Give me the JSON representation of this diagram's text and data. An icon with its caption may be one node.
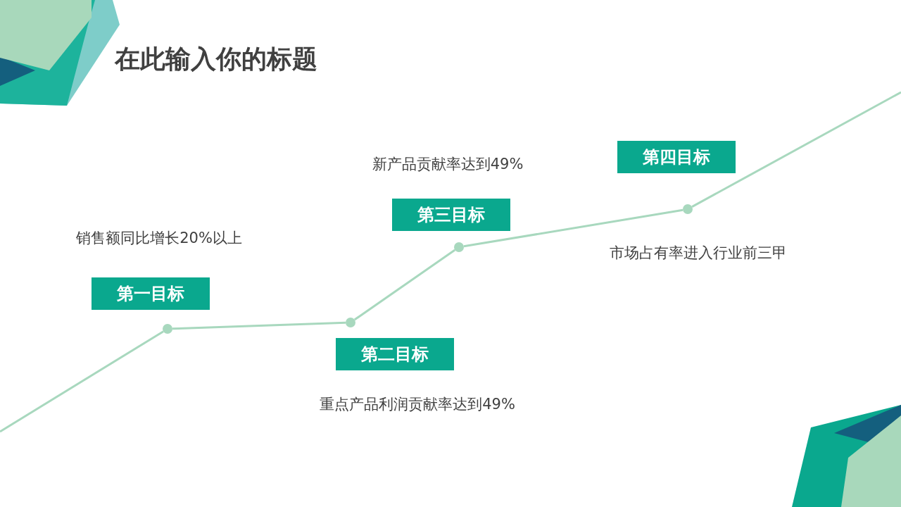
{
  "diagram": {
    "title": "在此输入你的标题",
    "nodes": [
      {
        "text": [
          "第一目标"
        ],
        "beside": [
          "销售额同比增长20%以上"
        ]
      },
      {
        "text": [
          "第二目标"
        ],
        "beside": [
          "重点产品利润贡献率达到49%"
        ]
      },
      {
        "text": [
          "第三目标"
        ],
        "beside": [
          "新产品贡献率达到49%"
        ]
      },
      {
        "text": [
          "第四目标"
        ]
      },
      {
        "text": [],
        "shape": "circle"
      },
      {
        "text": [],
        "shape": "circle"
      },
      {
        "text": [],
        "shape": "circle"
      },
      {
        "text": [],
        "shape": "circle"
      }
    ],
    "edges": [
      {
        "from": null,
        "to": 4,
        "arrow": "none"
      },
      {
        "from": 4,
        "to": 5,
        "arrow": "none"
      },
      {
        "from": 5,
        "to": 6,
        "arrow": "none"
      },
      {
        "from": 6,
        "to": 7,
        "arrow": "none"
      },
      {
        "from": 7,
        "to": null,
        "arrow": "none"
      }
    ],
    "labels": [
      "市场占有率进入行业前三甲"
    ]
  }
}
